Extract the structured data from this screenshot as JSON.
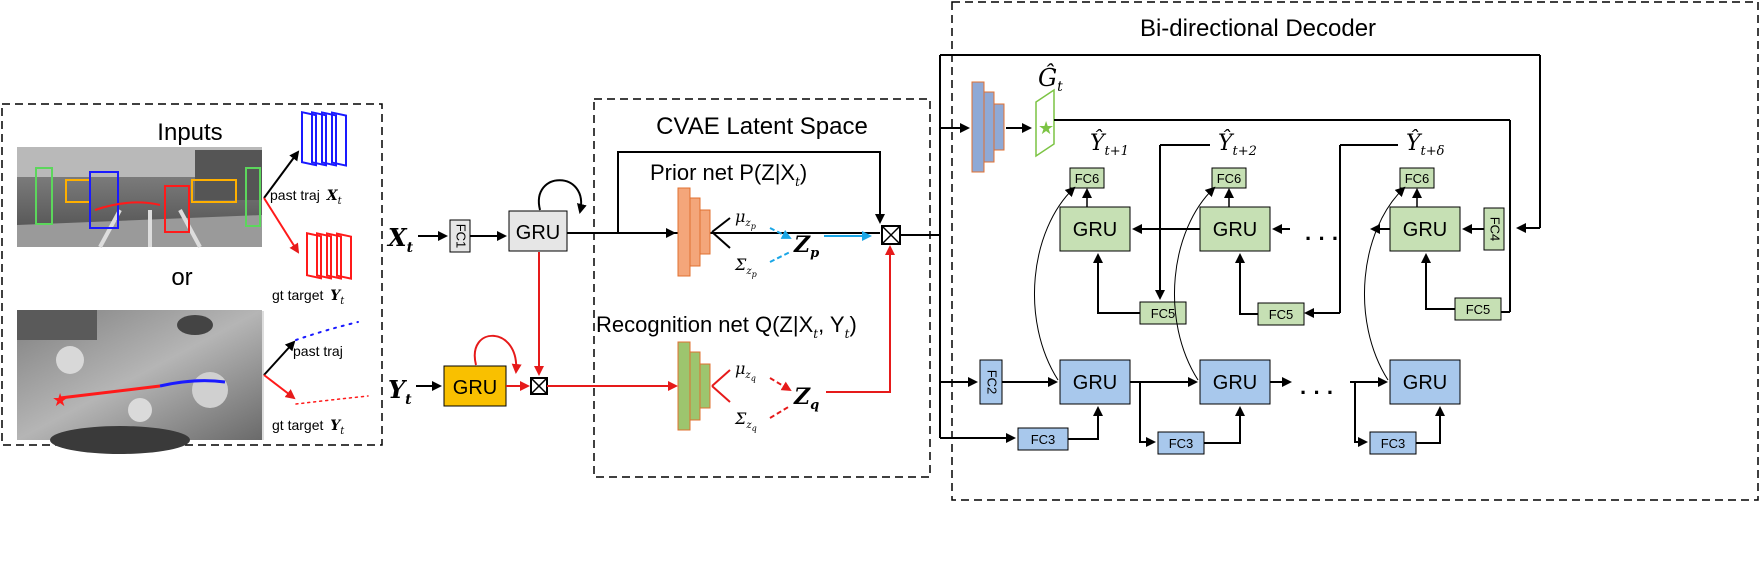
{
  "sections": {
    "inputs_title": "Inputs",
    "or_label": "or",
    "cvae_title": "CVAE Latent Space",
    "decoder_title": "Bi-directional Decoder"
  },
  "inputs": {
    "past_traj_x": "past traj",
    "past_traj_x_sym": "X",
    "past_traj_x_sub": "t",
    "gt_target_y": "gt target",
    "gt_target_y_sym": "Y",
    "gt_target_y_sub": "t",
    "past_traj_2": "past traj",
    "gt_target_2": "gt target",
    "gt_target_2_sym": "Y",
    "gt_target_2_sub": "t"
  },
  "encoder": {
    "x_sym": "X",
    "x_sub": "t",
    "y_sym": "Y",
    "y_sub": "t",
    "fc1": "FC1",
    "gru_x": "GRU",
    "gru_y": "GRU"
  },
  "cvae": {
    "prior_net": "Prior net P(Z|X",
    "prior_close": ")",
    "recognition_net": "Recognition net Q(Z|X",
    "recognition_mid": ", Y",
    "recognition_close": ")",
    "mu": "μ",
    "sigma": "Σ",
    "z": "Z",
    "sub_p": "p",
    "sub_q": "q"
  },
  "decoder": {
    "g_hat": "Ĝ",
    "g_sub": "t",
    "y_hat": "Ŷ",
    "y1_sub": "t+1",
    "y2_sub": "t+2",
    "yd_sub": "t+δ",
    "gru": "GRU",
    "fc2": "FC2",
    "fc3": "FC3",
    "fc4": "FC4",
    "fc5": "FC5",
    "fc6": "FC6",
    "ellipsis": "· · ·"
  },
  "colors": {
    "blue_traj": "#1a1aff",
    "red_target": "#ff1a1a",
    "orange_prior": "#f4a67a",
    "green_recog": "#9dc56e",
    "gru_gray": "#e6e6e6",
    "gru_yellow": "#f9c000",
    "gru_green": "#c6e0b4",
    "gru_blue": "#a8c8ec",
    "cyan_arrow": "#1aa6e6",
    "red_arrow": "#e61a1a"
  }
}
